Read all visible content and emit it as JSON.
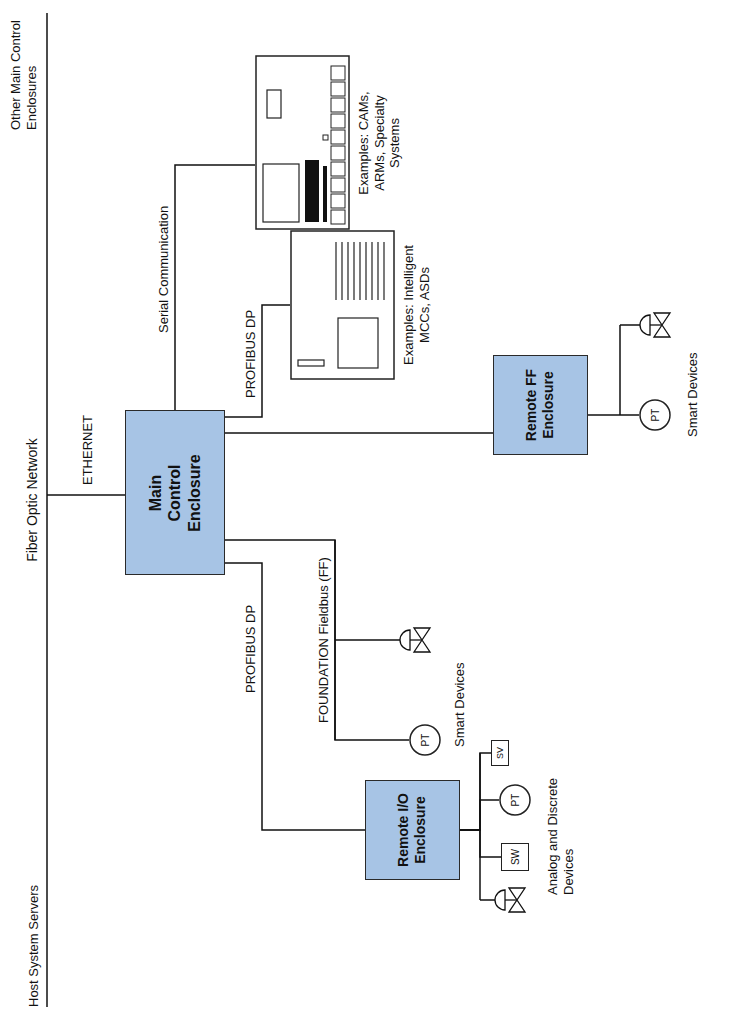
{
  "diagram": {
    "nodes": [
      {
        "text": [
          "Main Control Enclosure"
        ]
      },
      {
        "text": [
          "Examples: CAMs, ARMs, Specialty Systems"
        ]
      },
      {
        "text": [
          "Examples: Intelligent MCCs, ASDs"
        ]
      },
      {
        "text": [
          "Remote I/O Enclosure"
        ]
      },
      {
        "text": [
          "SW"
        ]
      },
      {
        "text": [
          "PT"
        ]
      },
      {
        "text": [
          "SV"
        ]
      },
      {
        "text": [
          "PT"
        ]
      },
      {
        "text": [
          "Remote FF Enclosure"
        ]
      },
      {
        "text": [
          "PT"
        ]
      }
    ],
    "edges": [
      {
        "from": 0,
        "to": 1,
        "arrow": "none",
        "label": "Serial Communication"
      },
      {
        "from": 0,
        "to": 2,
        "arrow": "none",
        "label": "PROFIBUS DP"
      },
      {
        "from": 0,
        "to": 3,
        "arrow": "none",
        "label": "PROFIBUS DP"
      },
      {
        "from": 0,
        "to": 7,
        "arrow": "none",
        "label": "FOUNDATION Fieldbus (FF)"
      },
      {
        "from": 0,
        "to": 8,
        "arrow": "none"
      },
      {
        "from": 3,
        "to": 4,
        "arrow": "none"
      },
      {
        "from": 3,
        "to": 5,
        "arrow": "none"
      },
      {
        "from": 3,
        "to": 6,
        "arrow": "none"
      },
      {
        "from": 8,
        "to": 9,
        "arrow": "none"
      }
    ],
    "labels": [
      "Fiber Optic Network",
      "Host System Servers",
      "Other Main Control Enclosures",
      "ETHERNET",
      "Smart Devices",
      "Smart Devices",
      "Analog and Discrete Devices"
    ]
  }
}
